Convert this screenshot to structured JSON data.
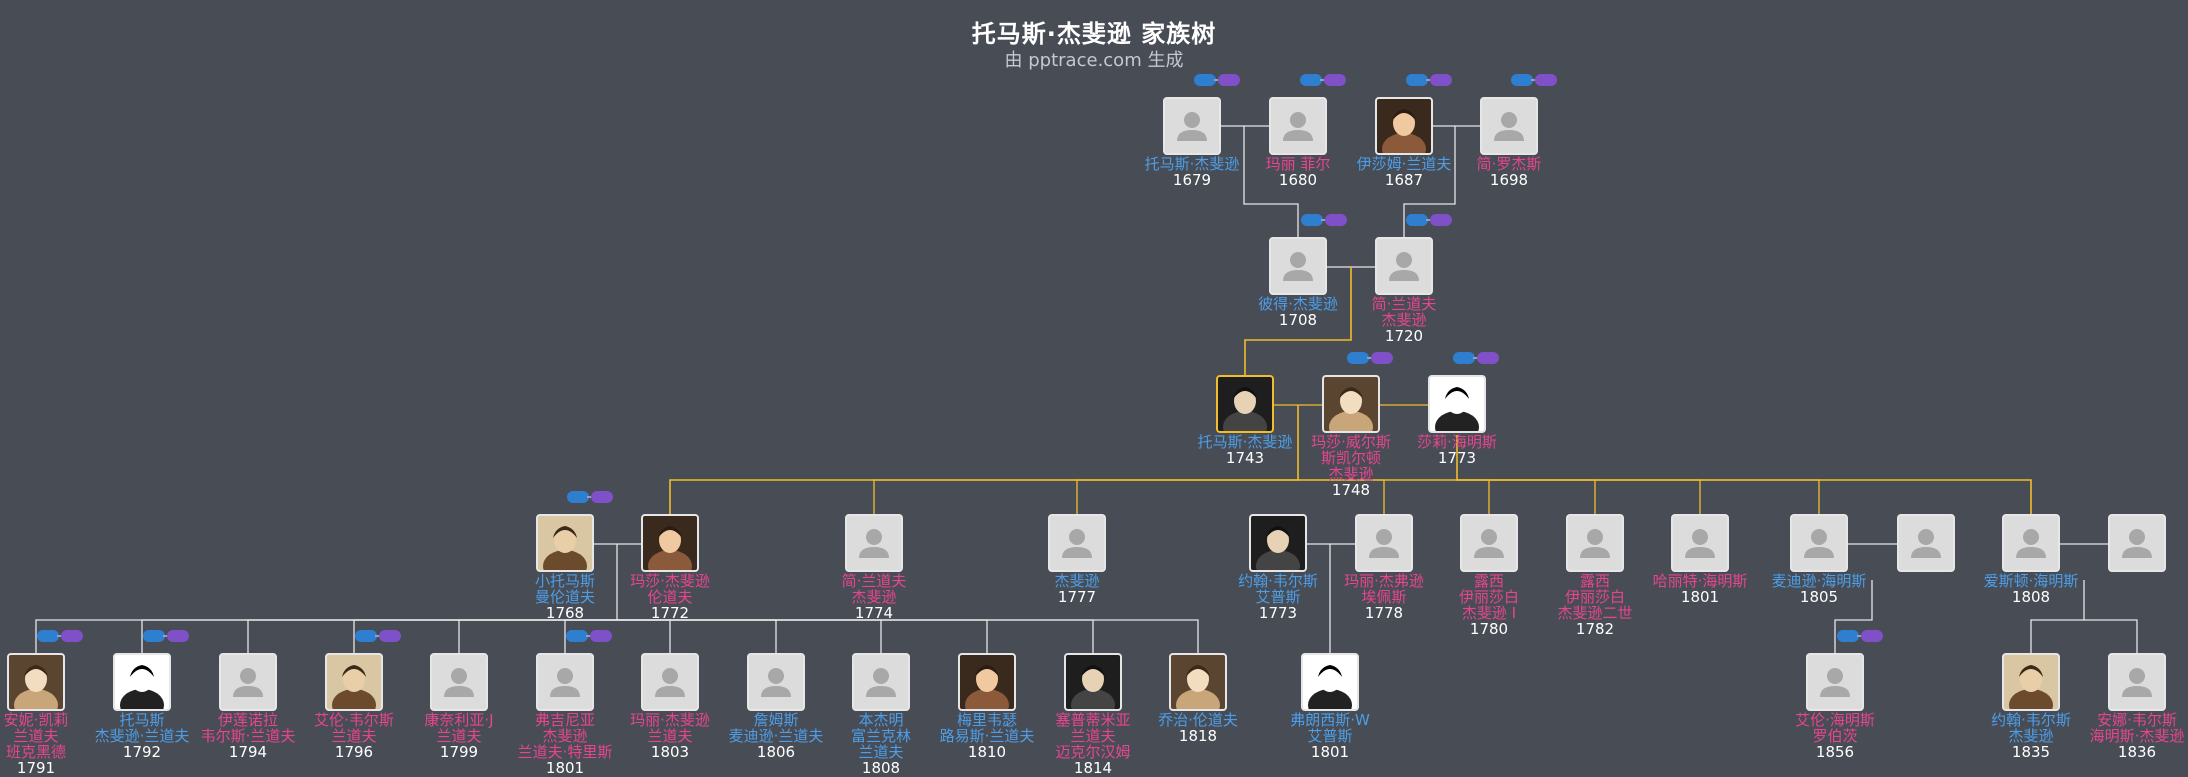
{
  "title": "托马斯·杰斐逊 家族树",
  "subtitle": "由 pptrace.com 生成",
  "colors": {
    "background": "#474c55",
    "male": "#4d9ee9",
    "female": "#e8458f",
    "ancestor_line": "#f2bd2a",
    "line": "#e6e6e6"
  },
  "people": [
    {
      "id": "p1",
      "name": "托马斯·杰斐逊",
      "year": "1679",
      "gender": "m",
      "photo": false
    },
    {
      "id": "p2",
      "name": "玛丽 菲尔",
      "year": "1680",
      "gender": "f",
      "photo": false
    },
    {
      "id": "p3",
      "name": "伊莎姆·兰道夫",
      "year": "1687",
      "gender": "m",
      "photo": true
    },
    {
      "id": "p4",
      "name": "简·罗杰斯",
      "year": "1698",
      "gender": "f",
      "photo": false
    },
    {
      "id": "p5",
      "name": "彼得·杰斐逊",
      "year": "1708",
      "gender": "m",
      "photo": false
    },
    {
      "id": "p6",
      "name": "简·兰道夫\n杰斐逊",
      "year": "1720",
      "gender": "f",
      "photo": false
    },
    {
      "id": "p7",
      "name": "托马斯·杰斐逊",
      "year": "1743",
      "gender": "m",
      "photo": true
    },
    {
      "id": "p8",
      "name": "玛莎·威尔斯\n斯凯尔顿\n杰斐逊",
      "year": "1748",
      "gender": "f",
      "photo": true
    },
    {
      "id": "p9",
      "name": "莎莉·海明斯",
      "year": "1773",
      "gender": "f",
      "photo": true
    },
    {
      "id": "c1",
      "name": "小托马斯\n曼伦道夫",
      "year": "1768",
      "gender": "m",
      "photo": true
    },
    {
      "id": "c2",
      "name": "玛莎·杰斐逊\n伦道夫",
      "year": "1772",
      "gender": "f",
      "photo": true
    },
    {
      "id": "c3",
      "name": "简·兰道夫\n杰斐逊",
      "year": "1774",
      "gender": "f",
      "photo": false
    },
    {
      "id": "c4",
      "name": "杰斐逊",
      "year": "1777",
      "gender": "m",
      "photo": false
    },
    {
      "id": "c5",
      "name": "约翰·韦尔斯\n艾普斯",
      "year": "1773",
      "gender": "m",
      "photo": true
    },
    {
      "id": "c6",
      "name": "玛丽·杰弗逊\n埃佩斯",
      "year": "1778",
      "gender": "f",
      "photo": false
    },
    {
      "id": "c7",
      "name": "露西\n伊丽莎白\n杰斐逊 I",
      "year": "1780",
      "gender": "f",
      "photo": false
    },
    {
      "id": "c8",
      "name": "露西\n伊丽莎白\n杰斐逊二世",
      "year": "1782",
      "gender": "f",
      "photo": false
    },
    {
      "id": "c9",
      "name": "哈丽特·海明斯",
      "year": "1801",
      "gender": "f",
      "photo": false
    },
    {
      "id": "c10",
      "name": "麦迪逊·海明斯",
      "year": "1805",
      "gender": "m",
      "photo": false
    },
    {
      "id": "c10s",
      "name": "",
      "year": "",
      "gender": "f",
      "photo": false
    },
    {
      "id": "c11",
      "name": "爱斯顿·海明斯",
      "year": "1808",
      "gender": "m",
      "photo": false
    },
    {
      "id": "c11s",
      "name": "",
      "year": "",
      "gender": "f",
      "photo": false
    },
    {
      "id": "g1",
      "name": "安妮·凯莉\n兰道夫\n班克黑德",
      "year": "1791",
      "gender": "f",
      "photo": true
    },
    {
      "id": "g2",
      "name": "托马斯\n杰斐逊·兰道夫",
      "year": "1792",
      "gender": "m",
      "photo": true
    },
    {
      "id": "g3",
      "name": "伊莲诺拉\n韦尔斯·兰道夫",
      "year": "1794",
      "gender": "f",
      "photo": false
    },
    {
      "id": "g4",
      "name": "艾伦·韦尔斯\n兰道夫",
      "year": "1796",
      "gender": "f",
      "photo": true
    },
    {
      "id": "g5",
      "name": "康奈利亚·J\n兰道夫",
      "year": "1799",
      "gender": "f",
      "photo": false
    },
    {
      "id": "g6",
      "name": "弗吉尼亚\n杰斐逊\n兰道夫·特里斯",
      "year": "1801",
      "gender": "f",
      "photo": false
    },
    {
      "id": "g7",
      "name": "玛丽·杰斐逊\n兰道夫",
      "year": "1803",
      "gender": "f",
      "photo": false
    },
    {
      "id": "g8",
      "name": "詹姆斯\n麦迪逊·兰道夫",
      "year": "1806",
      "gender": "m",
      "photo": false
    },
    {
      "id": "g9",
      "name": "本杰明\n富兰克林\n兰道夫",
      "year": "1808",
      "gender": "m",
      "photo": false
    },
    {
      "id": "g10",
      "name": "梅里韦瑟\n路易斯·兰道夫",
      "year": "1810",
      "gender": "m",
      "photo": true
    },
    {
      "id": "g11",
      "name": "塞普蒂米亚\n兰道夫\n迈克尔汉姆",
      "year": "1814",
      "gender": "f",
      "photo": true
    },
    {
      "id": "g12",
      "name": "乔治·伦道夫",
      "year": "1818",
      "gender": "m",
      "photo": true
    },
    {
      "id": "g13",
      "name": "弗朗西斯·W\n艾普斯",
      "year": "1801",
      "gender": "m",
      "photo": true
    },
    {
      "id": "g14",
      "name": "艾伦·海明斯\n罗伯茨",
      "year": "1856",
      "gender": "f",
      "photo": false
    },
    {
      "id": "g15",
      "name": "约翰·韦尔斯\n杰斐逊",
      "year": "1835",
      "gender": "m",
      "photo": true
    },
    {
      "id": "g16",
      "name": "安娜·韦尔斯\n海明斯·杰斐逊",
      "year": "1836",
      "gender": "f",
      "photo": false
    }
  ]
}
